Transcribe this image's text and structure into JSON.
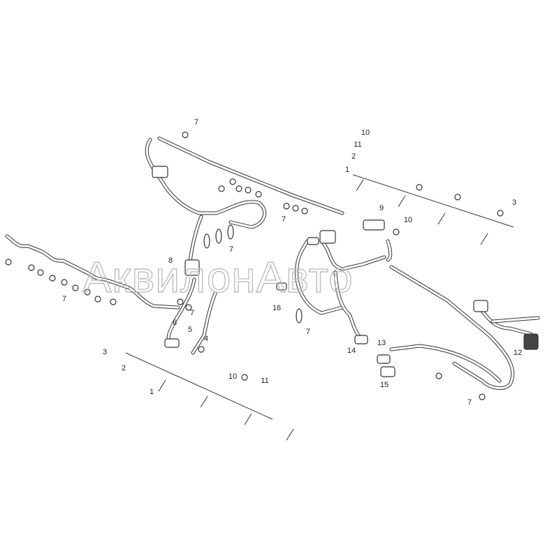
{
  "watermark": "АквилонАвто",
  "callouts": [
    "7",
    "10",
    "11",
    "2",
    "1",
    "9",
    "3",
    "10",
    "7",
    "7",
    "8",
    "7",
    "16",
    "7",
    "6",
    "5",
    "4",
    "7",
    "14",
    "13",
    "12",
    "3",
    "2",
    "1",
    "10",
    "11",
    "15",
    "7"
  ]
}
